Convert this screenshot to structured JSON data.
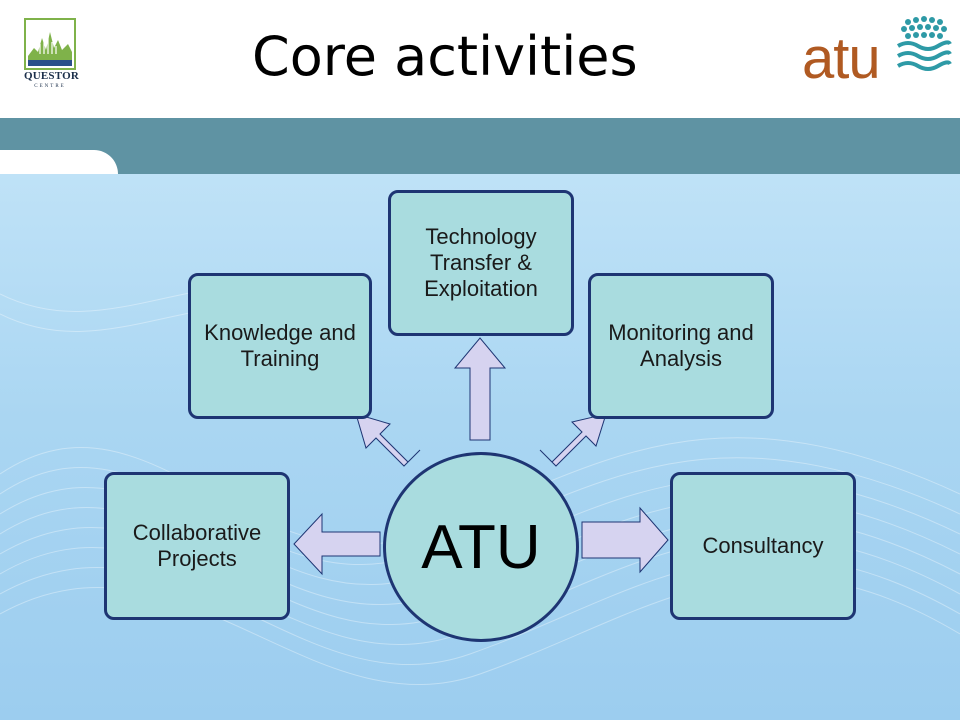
{
  "header": {
    "title": "Core activities",
    "logo_left": {
      "name": "QUESTOR",
      "sub": "CENTRE"
    },
    "logo_right": {
      "name": "atu"
    }
  },
  "diagram": {
    "center": "ATU",
    "nodes": {
      "technology": "Technology Transfer & Exploitation",
      "knowledge": "Knowledge and  Training",
      "monitoring": "Monitoring and  Analysis",
      "collaborative": "Collaborative Projects",
      "consultancy": "Consultancy"
    }
  },
  "colors": {
    "node_fill": "#a9dcdf",
    "node_border": "#1e3573",
    "arrow_fill": "#d6d3f0",
    "band": "#5f93a3",
    "logo_atu": "#b05a22"
  }
}
